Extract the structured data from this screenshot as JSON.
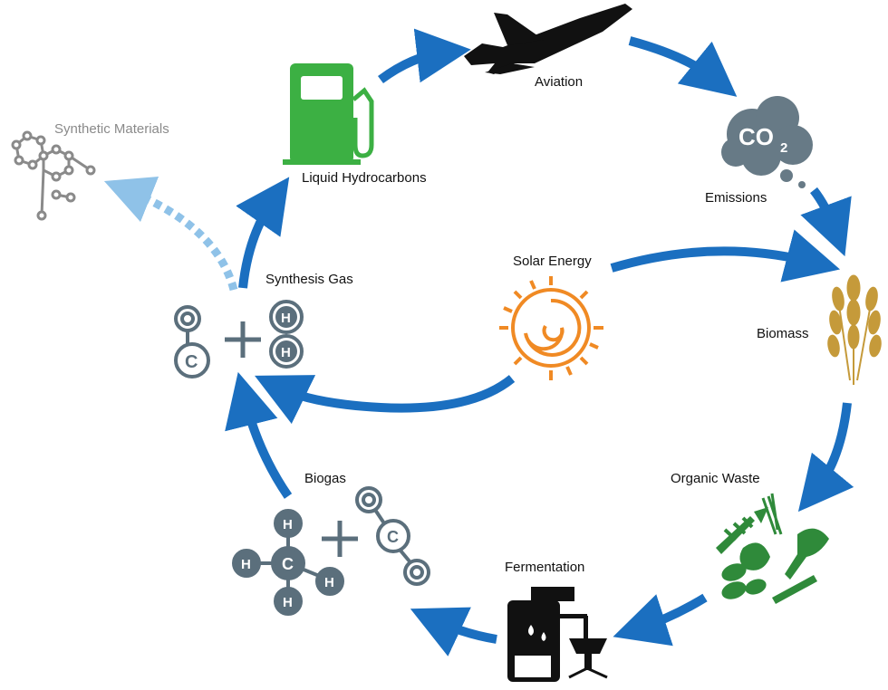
{
  "nodes": {
    "aviation": "Aviation",
    "emissions": "Emissions",
    "co2_symbol": "CO",
    "co2_subscript": "2",
    "biomass": "Biomass",
    "organic_waste": "Organic Waste",
    "fermentation": "Fermentation",
    "biogas": "Biogas",
    "synthesis_gas": "Synthesis Gas",
    "liquid_hydrocarbons": "Liquid Hydrocarbons",
    "synthetic_materials": "Synthetic Materials",
    "solar_energy": "Solar Energy"
  },
  "atoms": {
    "hydrogen": "H",
    "carbon": "C"
  },
  "colors": {
    "cycle_arrow": "#1b6fc0",
    "optional_arrow": "#8fc2e8",
    "molecule": "#5b6f7c",
    "fuel_pump": "#3cb043",
    "solar": "#f08a24",
    "grain": "#c59a3a",
    "waste": "#2f8a3a",
    "fermentation": "#111111",
    "cloud": "#677a86",
    "faded_molecule": "#8a8a8a"
  }
}
